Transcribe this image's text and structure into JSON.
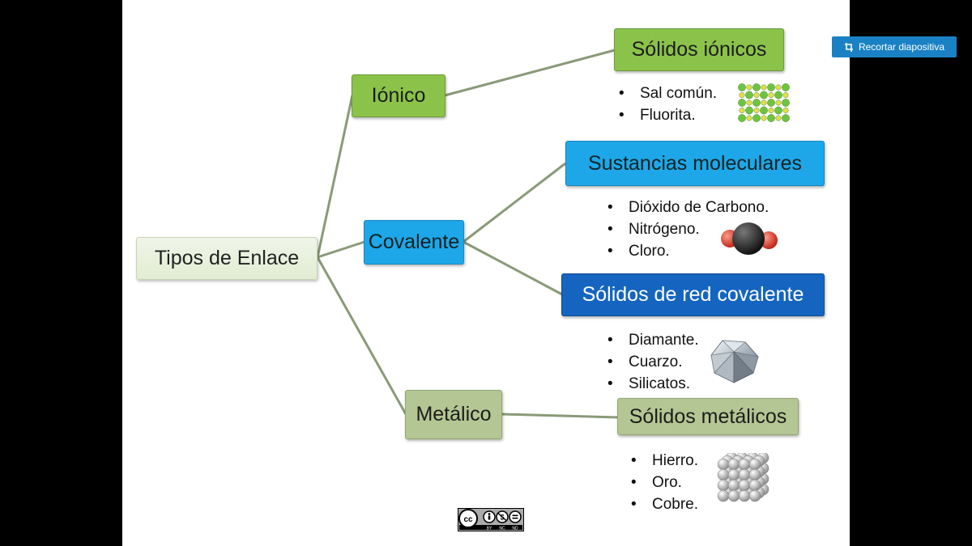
{
  "toolbar": {
    "crop_label": "Recortar diapositiva",
    "crop_icon": "crop-slide-icon"
  },
  "diagram": {
    "root": "Tipos de Enlace",
    "ionic": {
      "label": "Iónico",
      "child": "Sólidos iónicos",
      "examples": [
        "Sal común.",
        "Fluorita."
      ],
      "illustration": "ionic-lattice-icon"
    },
    "covalent": {
      "label": "Covalente",
      "molecular": {
        "label": "Sustancias moleculares",
        "examples": [
          "Dióxido de Carbono.",
          "Nitrógeno.",
          "Cloro."
        ],
        "illustration": "co2-molecule-icon"
      },
      "network": {
        "label": "Sólidos de red covalente",
        "examples": [
          "Diamante.",
          "Cuarzo.",
          "Silicatos."
        ],
        "illustration": "diamond-icon"
      }
    },
    "metallic": {
      "label": "Metálico",
      "child": "Sólidos metálicos",
      "examples": [
        "Hierro.",
        "Oro.",
        "Cobre."
      ],
      "illustration": "metal-lattice-icon"
    }
  },
  "license": {
    "badge_icon": "cc-by-nc-nd-icon",
    "text_cc": "cc",
    "text_by": "BY",
    "text_nc": "NC",
    "text_nd": "ND"
  },
  "colors": {
    "green": "#8bc34a",
    "cyan": "#1ea7e8",
    "blue": "#1565c0",
    "olive": "#b4c693",
    "connector": "#8a9a78",
    "button": "#1a82c4"
  }
}
